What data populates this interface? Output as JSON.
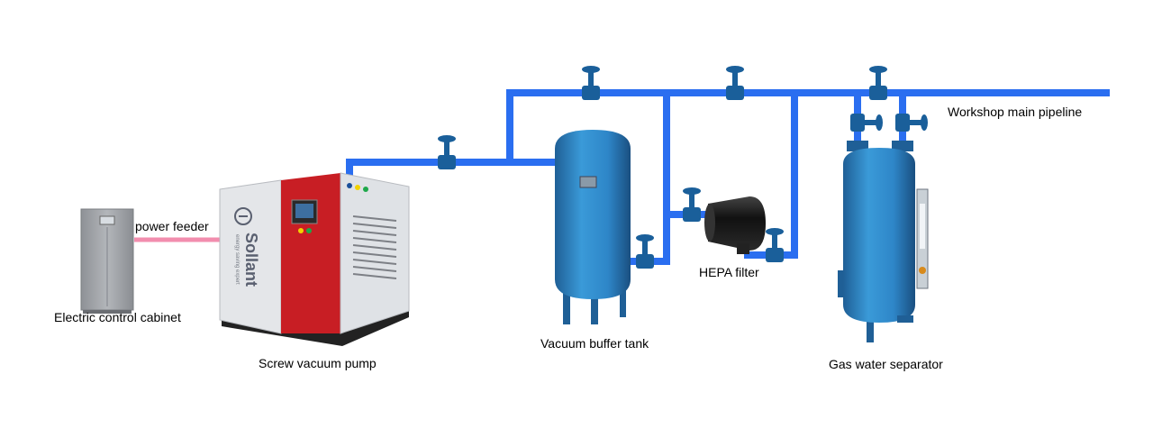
{
  "labels": {
    "workshop_pipeline": "Workshop main pipeline",
    "power_feeder": "power feeder",
    "hepa_filter": "HEPA filter",
    "electric_cabinet": "Electric control cabinet",
    "screw_pump": "Screw vacuum pump",
    "buffer_tank": "Vacuum buffer tank",
    "separator": "Gas water separator"
  },
  "pump_brand": {
    "name": "Sollant",
    "tagline": "energy saving expert"
  },
  "colors": {
    "pipe": "#2a6ef0",
    "pipe_edge": "#1b4fc2",
    "tank": "#2e86c8",
    "tank_dark": "#1f5f96",
    "pump_red": "#c81e24",
    "pump_grey": "#e4e6e9",
    "cabinet": "#a6a9ad",
    "power_line": "#f07aa0",
    "valve": "#1a5f9a",
    "filter": "#1c1c1c"
  }
}
